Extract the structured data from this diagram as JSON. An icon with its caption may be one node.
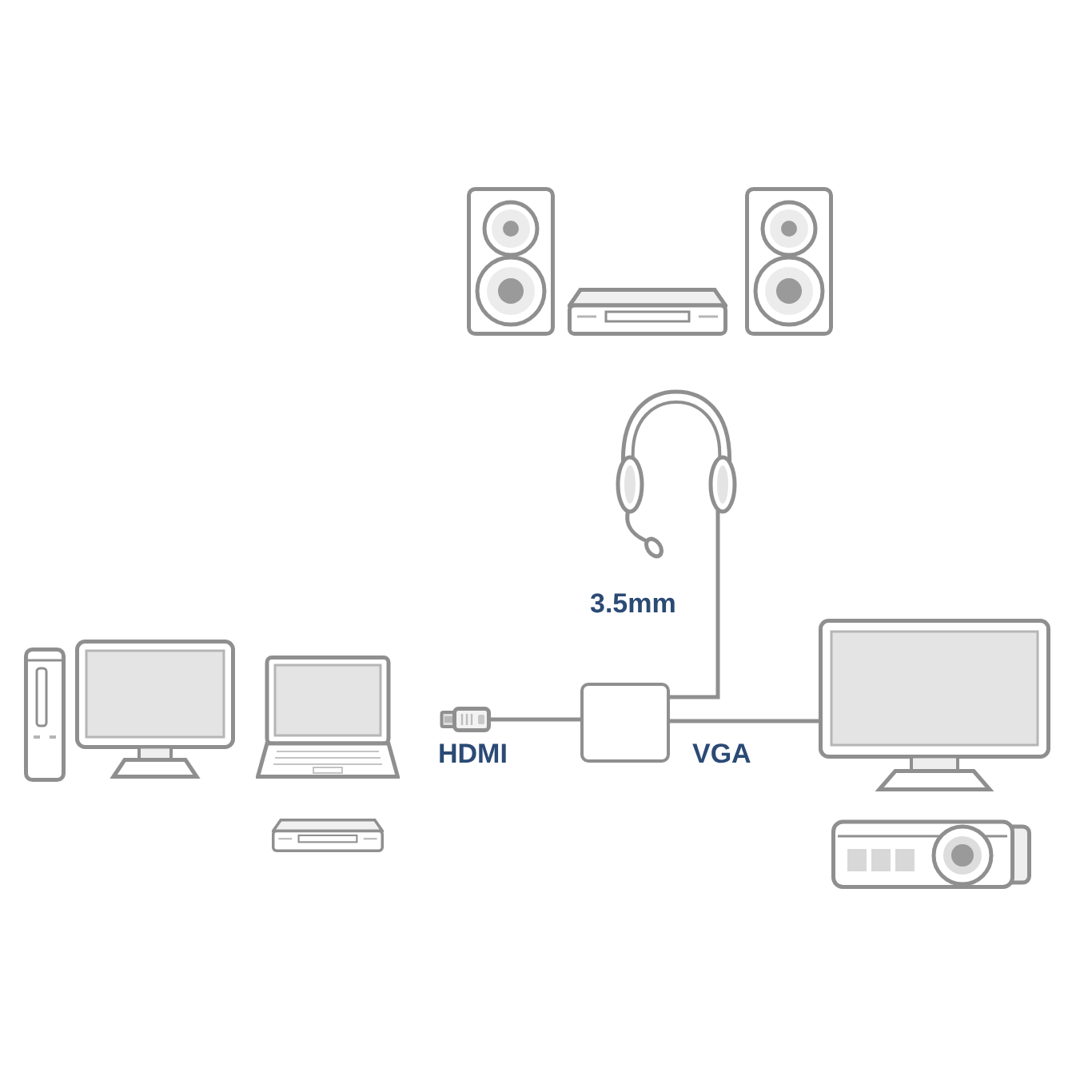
{
  "diagram": {
    "nodes": [
      {
        "text": [],
        "shape": "picture"
      },
      {
        "text": [],
        "shape": "picture",
        "beside": [
          "HDMI"
        ]
      },
      {
        "text": [],
        "shape": "box"
      },
      {
        "text": [],
        "shape": "picture"
      }
    ],
    "edges": [
      {
        "from": 1,
        "to": 2,
        "arrow": "none"
      },
      {
        "from": 0,
        "to": 2,
        "arrow": "none",
        "label": "3.5mm"
      },
      {
        "from": 2,
        "to": 3,
        "arrow": "none",
        "label": "VGA"
      }
    ]
  }
}
